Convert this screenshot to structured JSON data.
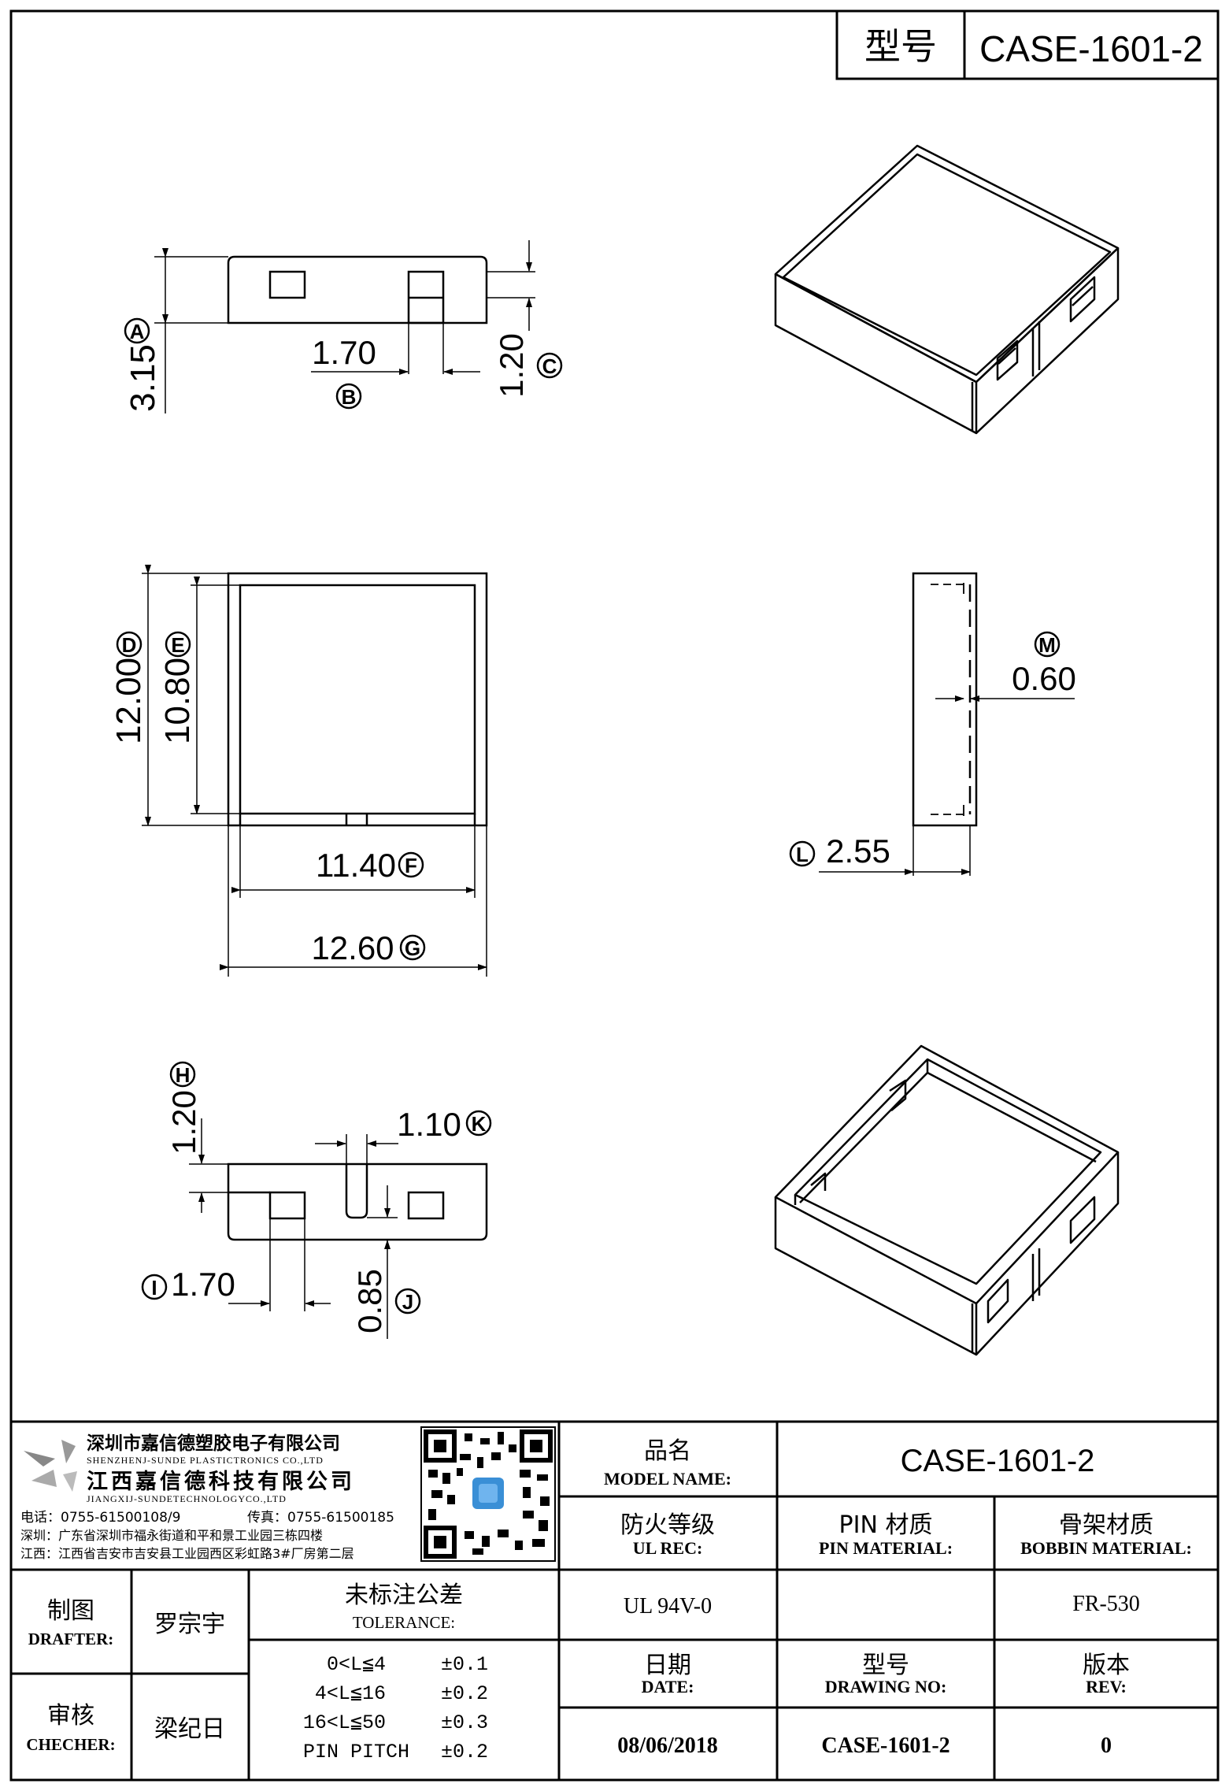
{
  "header": {
    "type_label": "型号",
    "type_value": "CASE-1601-2"
  },
  "views": {
    "top_side": {
      "dims": [
        {
          "id": "A",
          "value": "3.15"
        },
        {
          "id": "B",
          "value": "1.70"
        },
        {
          "id": "C",
          "value": "1.20"
        }
      ]
    },
    "plan": {
      "dims": [
        {
          "id": "D",
          "value": "12.00"
        },
        {
          "id": "E",
          "value": "10.80"
        },
        {
          "id": "F",
          "value": "11.40"
        },
        {
          "id": "G",
          "value": "12.60"
        }
      ]
    },
    "side": {
      "dims": [
        {
          "id": "M",
          "value": "0.60"
        },
        {
          "id": "L",
          "value": "2.55"
        }
      ]
    },
    "bottom_side": {
      "dims": [
        {
          "id": "H",
          "value": "1.20"
        },
        {
          "id": "K",
          "value": "1.10"
        },
        {
          "id": "I",
          "value": "1.70"
        },
        {
          "id": "J",
          "value": "0.85"
        }
      ]
    }
  },
  "title_block": {
    "company_cn": "深圳市嘉信德塑胶电子有限公司",
    "company_en": "SHENZHENJ-SUNDE PLASTICTRONICS CO.,LTD",
    "company2_cn": "江西嘉信德科技有限公司",
    "company2_en": "JIANGXIJ-SUNDETECHNOLOGYCO.,LTD",
    "tel": "电话：0755-61500108/9",
    "fax": "传真：0755-61500185",
    "addr_sz": "深圳：广东省深圳市福永街道和平和景工业园三栋四楼",
    "addr_jx": "江西：江西省吉安市吉安县工业园西区彩虹路3#厂房第二层",
    "model_name_cn": "品名",
    "model_name_en": "MODEL NAME:",
    "model_name_value": "CASE-1601-2",
    "ul_cn": "防火等级",
    "ul_en": "UL REC:",
    "pin_cn": "PIN 材质",
    "pin_en": "PIN MATERIAL:",
    "bobbin_cn": "骨架材质",
    "bobbin_en": "BOBBIN MATERIAL:",
    "ul_value": "UL 94V-0",
    "pin_value": "",
    "bobbin_value": "FR-530",
    "drafter_cn": "制图",
    "drafter_en": "DRAFTER:",
    "drafter_name": "罗宗宇",
    "checker_cn": "审核",
    "checker_en": "CHECHER:",
    "checker_name": "梁纪日",
    "tolerance_cn": "未标注公差",
    "tolerance_en": "TOLERANCE:",
    "tolerance_rows": [
      {
        "range": "0<L≦4",
        "tol": "±0.1"
      },
      {
        "range": "4<L≦16",
        "tol": "±0.2"
      },
      {
        "range": "16<L≦50",
        "tol": "±0.3"
      },
      {
        "range": "PIN PITCH",
        "tol": "±0.2"
      }
    ],
    "date_cn": "日期",
    "date_en": "DATE:",
    "drawing_no_cn": "型号",
    "drawing_no_en": "DRAWING NO:",
    "rev_cn": "版本",
    "rev_en": "REV:",
    "date_value": "08/06/2018",
    "drawing_no_value": "CASE-1601-2",
    "rev_value": "0"
  }
}
